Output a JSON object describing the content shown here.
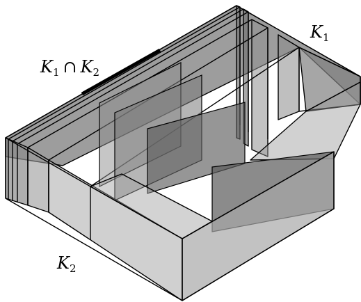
{
  "diagram": {
    "labels": {
      "k1": {
        "base": "K",
        "sub": "1"
      },
      "k2": {
        "base": "K",
        "sub": "2"
      },
      "intersection": {
        "a_base": "K",
        "a_sub": "1",
        "op": "∩",
        "b_base": "K",
        "b_sub": "2"
      }
    },
    "colors": {
      "stroke": "#000000",
      "panel_light": "#a0a0a0",
      "panel_mid": "#7a7a7a",
      "panel_dark": "#5a5a5a",
      "background": "#ffffff"
    }
  }
}
